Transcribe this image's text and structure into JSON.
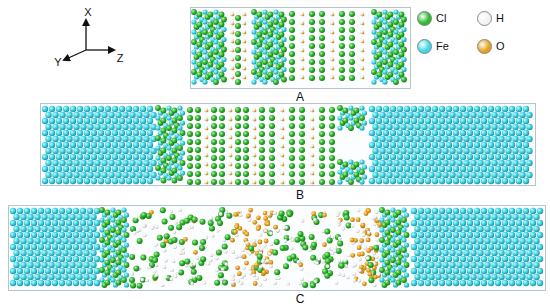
{
  "diagram": {
    "labels": [
      "X",
      "Y",
      "Z",
      "A",
      "B",
      "C"
    ],
    "legend": [
      {
        "text": "Cl",
        "color": "#2fb82f"
      },
      {
        "text": "H",
        "color": "#f2f2f2"
      },
      {
        "text": "Fe",
        "color": "#3fd6e6"
      },
      {
        "text": "O",
        "color": "#e8a11f"
      }
    ]
  }
}
